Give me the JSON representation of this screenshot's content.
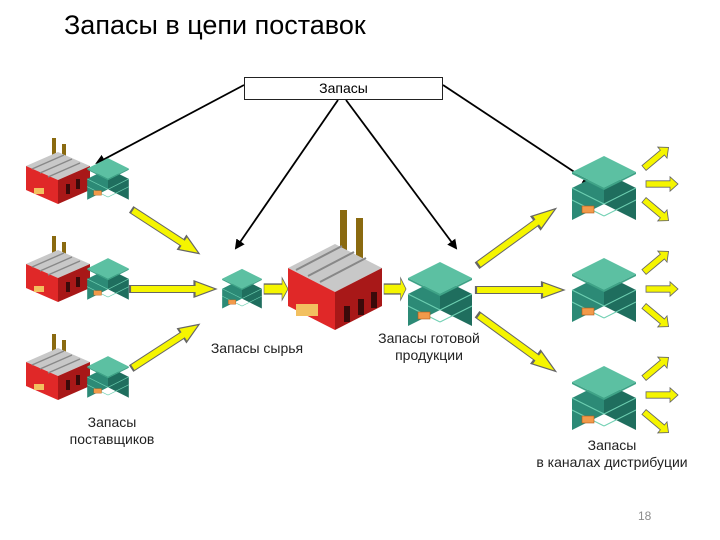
{
  "title": "Запасы в цепи поставок",
  "stock_box_label": "Запасы",
  "labels": {
    "suppliers": [
      "Запасы",
      "поставщиков"
    ],
    "raw": "Запасы сырья",
    "finished": [
      "Запасы готовой",
      "продукции"
    ],
    "distribution": [
      "Запасы",
      "в каналах дистрибуции"
    ]
  },
  "page_number": "18",
  "colors": {
    "warehouse_top": "#55b89c",
    "warehouse_front": "#1f6e5e",
    "factory_red": "#e02828",
    "arrow_yellow": "#f5f500",
    "arrow_outline": "#666666"
  }
}
